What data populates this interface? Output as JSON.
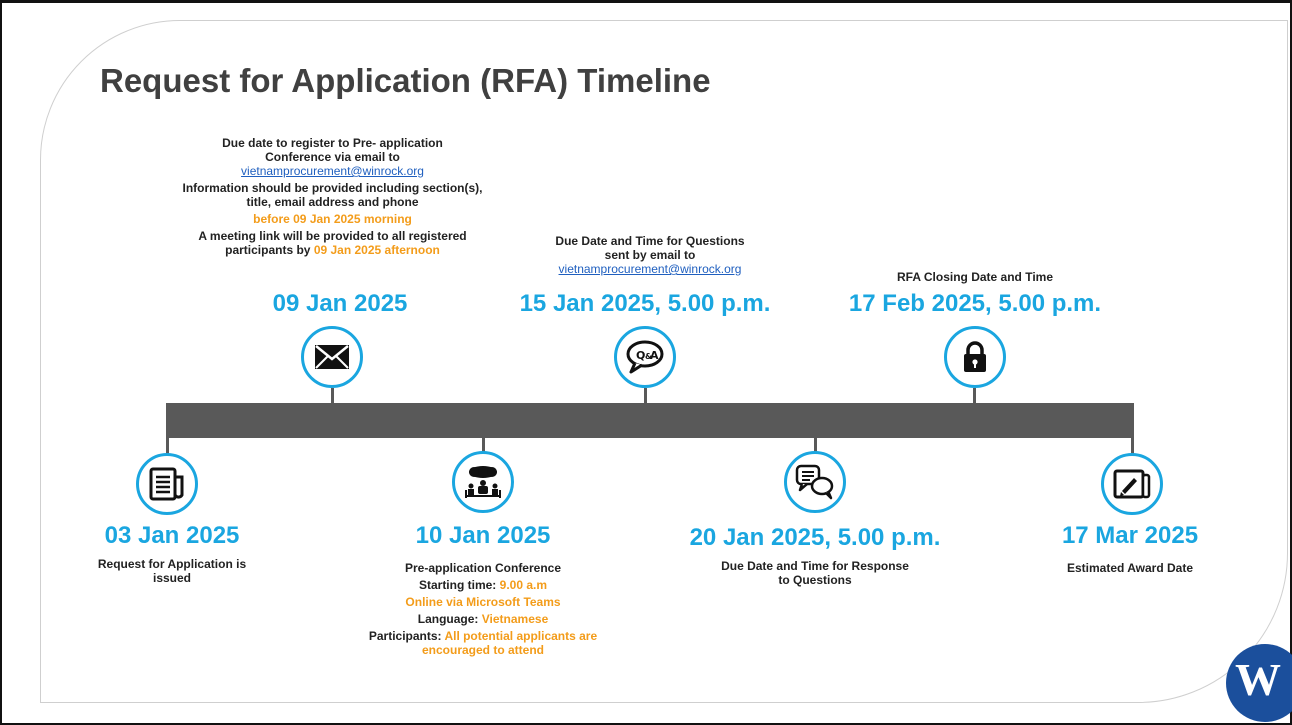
{
  "title": "Request for Application (RFA) Timeline",
  "events_top": [
    {
      "date": "09 Jan 2025",
      "icon": "envelope-icon",
      "line1": "Due date to register to Pre- application",
      "line2": "Conference via email to",
      "email": "vietnamprocurement@winrock.org",
      "info": "Information should be provided including section(s), title, email address and phone",
      "info_deadline": "before 09 Jan 2025 morning",
      "meeting_prefix": "A meeting link will be provided to all registered participants by",
      "meeting_when": "09 Jan 2025 afternoon"
    },
    {
      "date": "15 Jan 2025, 5.00 p.m.",
      "icon": "qa-bubble-icon",
      "line1": "Due Date and Time for Questions",
      "line2": "sent by email to",
      "email": "vietnamprocurement@winrock.org"
    },
    {
      "date": "17 Feb 2025, 5.00 p.m.",
      "icon": "lock-icon",
      "line1": "RFA Closing Date and Time"
    }
  ],
  "events_bottom": [
    {
      "date": "03 Jan 2025",
      "icon": "document-icon",
      "desc": "Request for Application is issued"
    },
    {
      "date": "10 Jan 2025",
      "icon": "conference-icon",
      "line1": "Pre-application Conference",
      "start_label": "Starting time:",
      "start_value": "9.00 a.m",
      "online": "Online via Microsoft Teams",
      "lang_label": "Language:",
      "lang_value": "Vietnamese",
      "part_label": "Participants:",
      "part_value": "All potential applicants are encouraged to attend"
    },
    {
      "date": "20 Jan 2025, 5.00 p.m.",
      "icon": "response-chat-icon",
      "desc": "Due Date and Time for Response to Questions"
    },
    {
      "date": "17 Mar 2025",
      "icon": "signature-icon",
      "desc": "Estimated Award Date"
    }
  ],
  "colors": {
    "accent": "#1aa6e0",
    "highlight": "#f39c1a",
    "bar": "#595959",
    "title": "#404040"
  },
  "logo_text": "W"
}
